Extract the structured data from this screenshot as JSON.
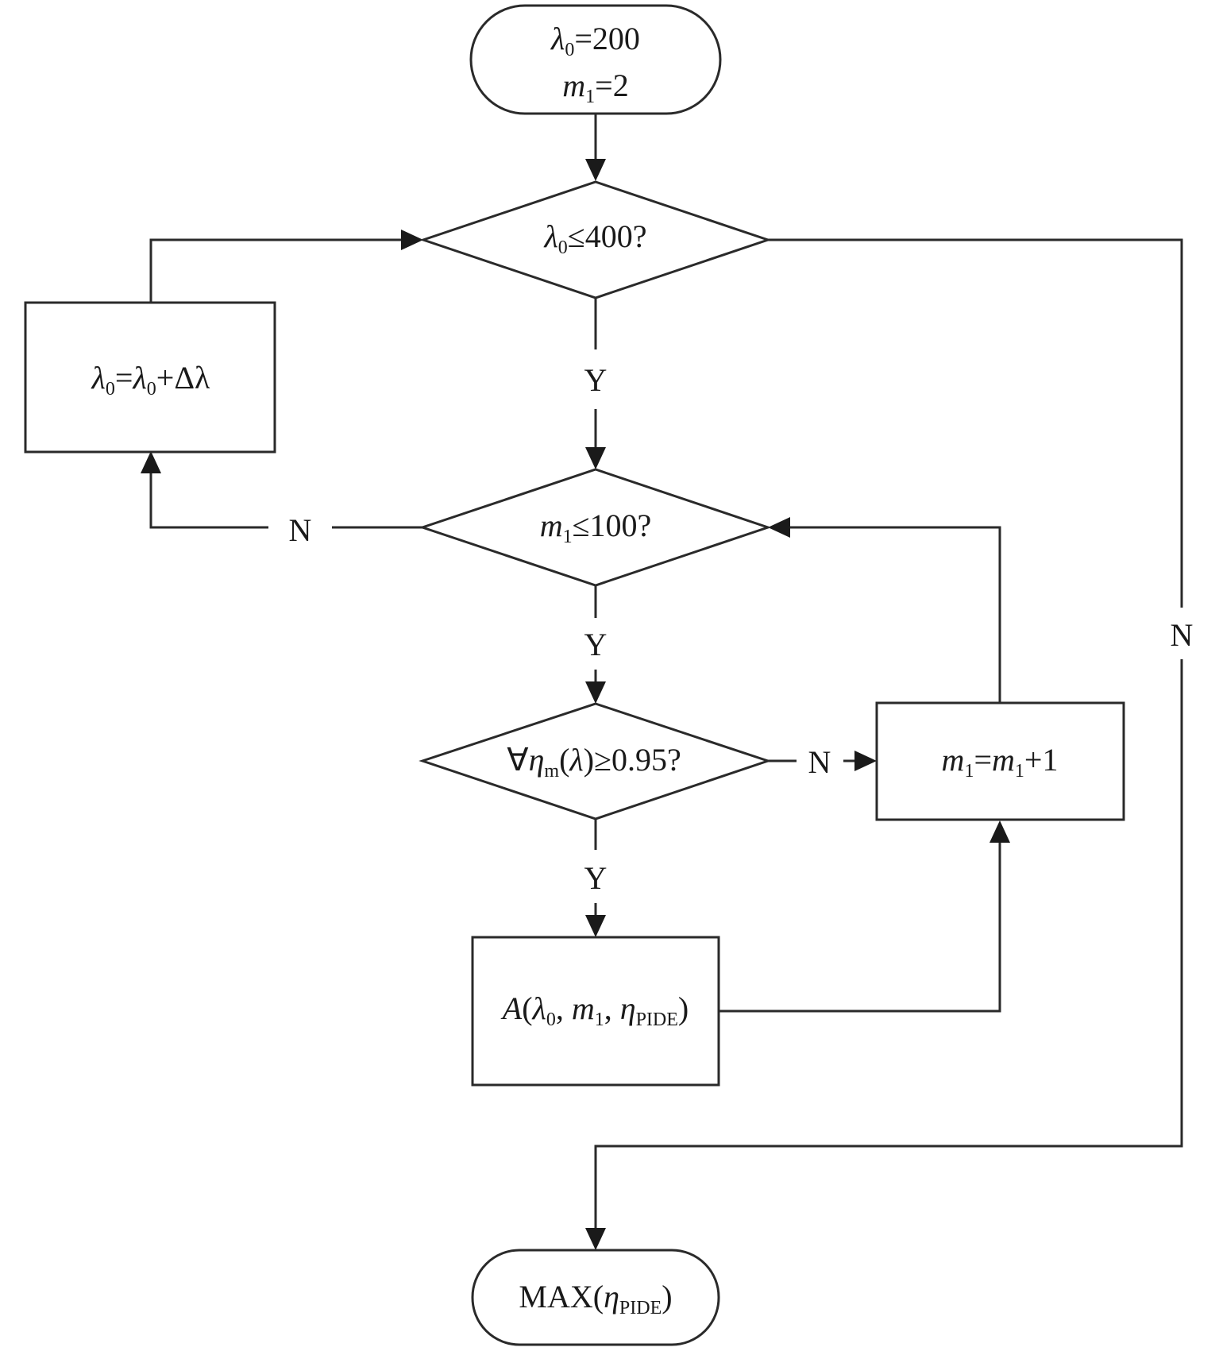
{
  "nodes": {
    "start": {
      "line1": [
        "λ",
        "0",
        "=200"
      ],
      "line2": [
        "m",
        "1",
        "=2"
      ]
    },
    "decision_lambda": [
      "λ",
      "0",
      "≤400?"
    ],
    "increment_lambda": [
      "λ",
      "0",
      "=",
      "λ",
      "0",
      "+Δλ"
    ],
    "decision_m": [
      "m",
      "1",
      "≤100?"
    ],
    "decision_eta": [
      "∀",
      "η",
      "m",
      "(",
      "λ",
      ")≥0.95?"
    ],
    "increment_m": [
      "m",
      "1",
      "=",
      "m",
      "1",
      "+1"
    ],
    "compute": [
      "A",
      "(",
      "λ",
      "0",
      ", ",
      "m",
      "1",
      ", ",
      "η",
      "PIDE",
      ")"
    ],
    "end": [
      "MAX(",
      "η",
      "PIDE",
      ")"
    ]
  },
  "edge_labels": {
    "lambda_yes": "Y",
    "lambda_no": "N",
    "m_yes": "Y",
    "m_no": "N",
    "eta_yes": "Y",
    "eta_no": "N"
  }
}
